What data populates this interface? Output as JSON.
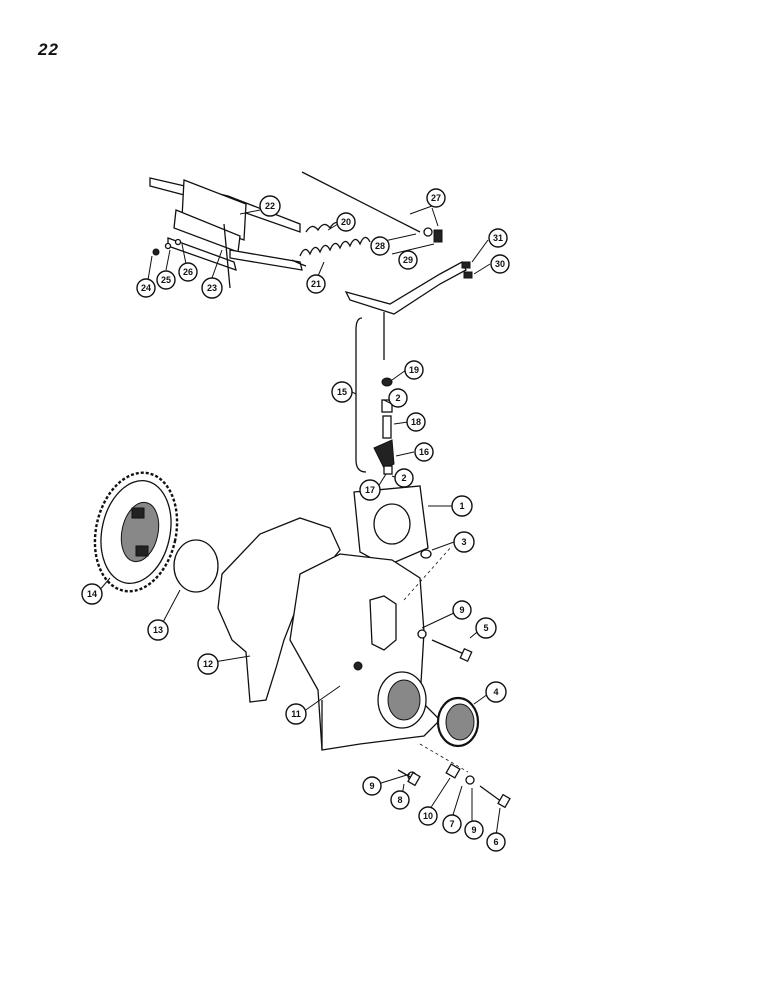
{
  "page": {
    "number": "22"
  },
  "callouts": [
    "1",
    "2",
    "2",
    "3",
    "4",
    "5",
    "6",
    "7",
    "8",
    "9",
    "9",
    "9",
    "10",
    "11",
    "12",
    "13",
    "14",
    "15",
    "16",
    "17",
    "18",
    "19",
    "20",
    "21",
    "22",
    "23",
    "24",
    "25",
    "26",
    "27",
    "28",
    "29",
    "30",
    "31"
  ]
}
